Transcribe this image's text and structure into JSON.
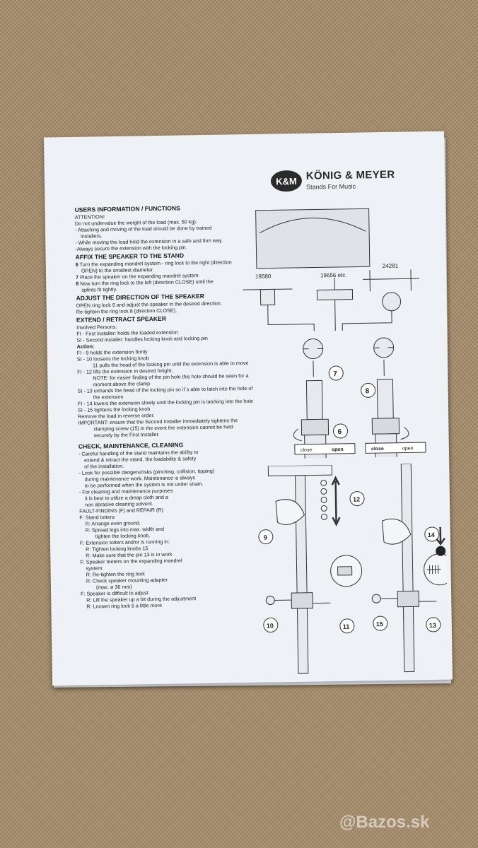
{
  "brand": {
    "logo_text": "K&M",
    "name": "KÖNIG & MEYER",
    "tagline": "Stands For Music"
  },
  "section1": {
    "heading": "USERS INFORMATION / FUNCTIONS",
    "attention": "ATTENTION!",
    "lines": [
      "Do not undervalue the weight of the load (max. 50 kg).",
      "- Attaching and moving  of the load should be done by trained",
      "installers.",
      "- While moving the load hold the extension in a safe and firm way.",
      "-Always secure the extension with the locking pin."
    ]
  },
  "section2": {
    "heading": "AFFIX THE SPEAKER TO THE STAND",
    "step6_num": "6",
    "step6": "Turn the expanding mandrel system - ring lock to the right (direction",
    "step6b": "OPEN) to the smallest diameter.",
    "step7_num": "7",
    "step7": "Place the speaker on the expanding mandrel system.",
    "step8_num": "8",
    "step8": "Now turn the ring lock to the left (direction CLOSE) until the",
    "step8b": "splints fit tightly."
  },
  "section3": {
    "heading": "ADJUST THE DIRECTION OF THE SPEAKER",
    "line1": "OPEN ring lock 6 and adjust the speaker in the desired direction.",
    "line2": "Re-tighten the ring lock 8 (direction CLOSE)."
  },
  "section4": {
    "heading": "EXTEND / RETRACT SPEAKER",
    "involved": "Involved Persons:",
    "fi": "FI - First Installer: holds the loaded extension",
    "si": "SI - Second installer: handles locking knob and locking pin",
    "action": "Action:",
    "steps": [
      "FI - 9 holds the extension firmly",
      "SI - 10 loosens the locking knob",
      "11 pulls the head of the locking pin until the extension is able to move",
      "FI - 12 lifts the extension in desired height;",
      "NOTE: for easier finding of the pin hole this hole should be seen for a",
      "moment above the clamp",
      "SI - 13 unhands the head of the locking pin so it´s able to latch into the hole of",
      "the extension",
      "FI - 14 lowers the extension slowly until the locking pin is latching into the hole",
      "SI - 15 tightens the locking knob"
    ],
    "remove": "Remove the load in reverse order.",
    "important": "IMPORTANT: ensure that the Second Installer immediately tightens the",
    "important2": "clamping screw (15) in the event the extension cannot be held",
    "important3": "securely by the First Installer."
  },
  "section5": {
    "heading": "CHECK, MAINTENANCE, CLEANING",
    "lines": [
      "- Careful handling of the stand maintains the ability to",
      "extend & retract  the stand, the loadability & safety",
      "of the installation.",
      "- Look for possible dangers/risks (pinching, collision, tipping)",
      "during maintenance work. Maintenance is always",
      "to be performed when the system is not under strain.",
      "- For cleaning and maintenance purposes",
      "it is best to utilize a dmap cloth and a",
      "non abrasive cleaning solvent."
    ],
    "fault_heading": "FAULT-FINDING (F) and REPAIR (R)",
    "faults": [
      "F: Stand totters:",
      "R: Arrange even ground.",
      "R: Spread legs into max. width and",
      "tighten the locking knob.",
      "F: Extension totters and/or is running in:",
      "R: Tighten locking knobs 15",
      "R: Make sure that the pin 13 is in work",
      "F: Speaker teeters on the expanding mandrel",
      "system:",
      "R: Re-tighten the ring lock",
      "R: Check speaker mounting adapter",
      "(max. ø 36 mm)",
      "F: Speaker is difficult to adjust",
      "R: Lift the speaker up a bit during the adjustment",
      "R: Loosen ring lock 6 a little more"
    ]
  },
  "figure_labels": {
    "part_a": "19580",
    "part_b": "19656 etc.",
    "part_c": "24281",
    "n6": "6",
    "n7": "7",
    "n8": "8",
    "n9": "9",
    "n10": "10",
    "n11": "11",
    "n12": "12",
    "n13": "13",
    "n14": "14",
    "n15": "15",
    "close": "close",
    "open": "open"
  },
  "watermark": "@Bazos.sk",
  "colors": {
    "sheet": "#eef1f5",
    "ink": "#222222",
    "table": "#a88f6c"
  }
}
